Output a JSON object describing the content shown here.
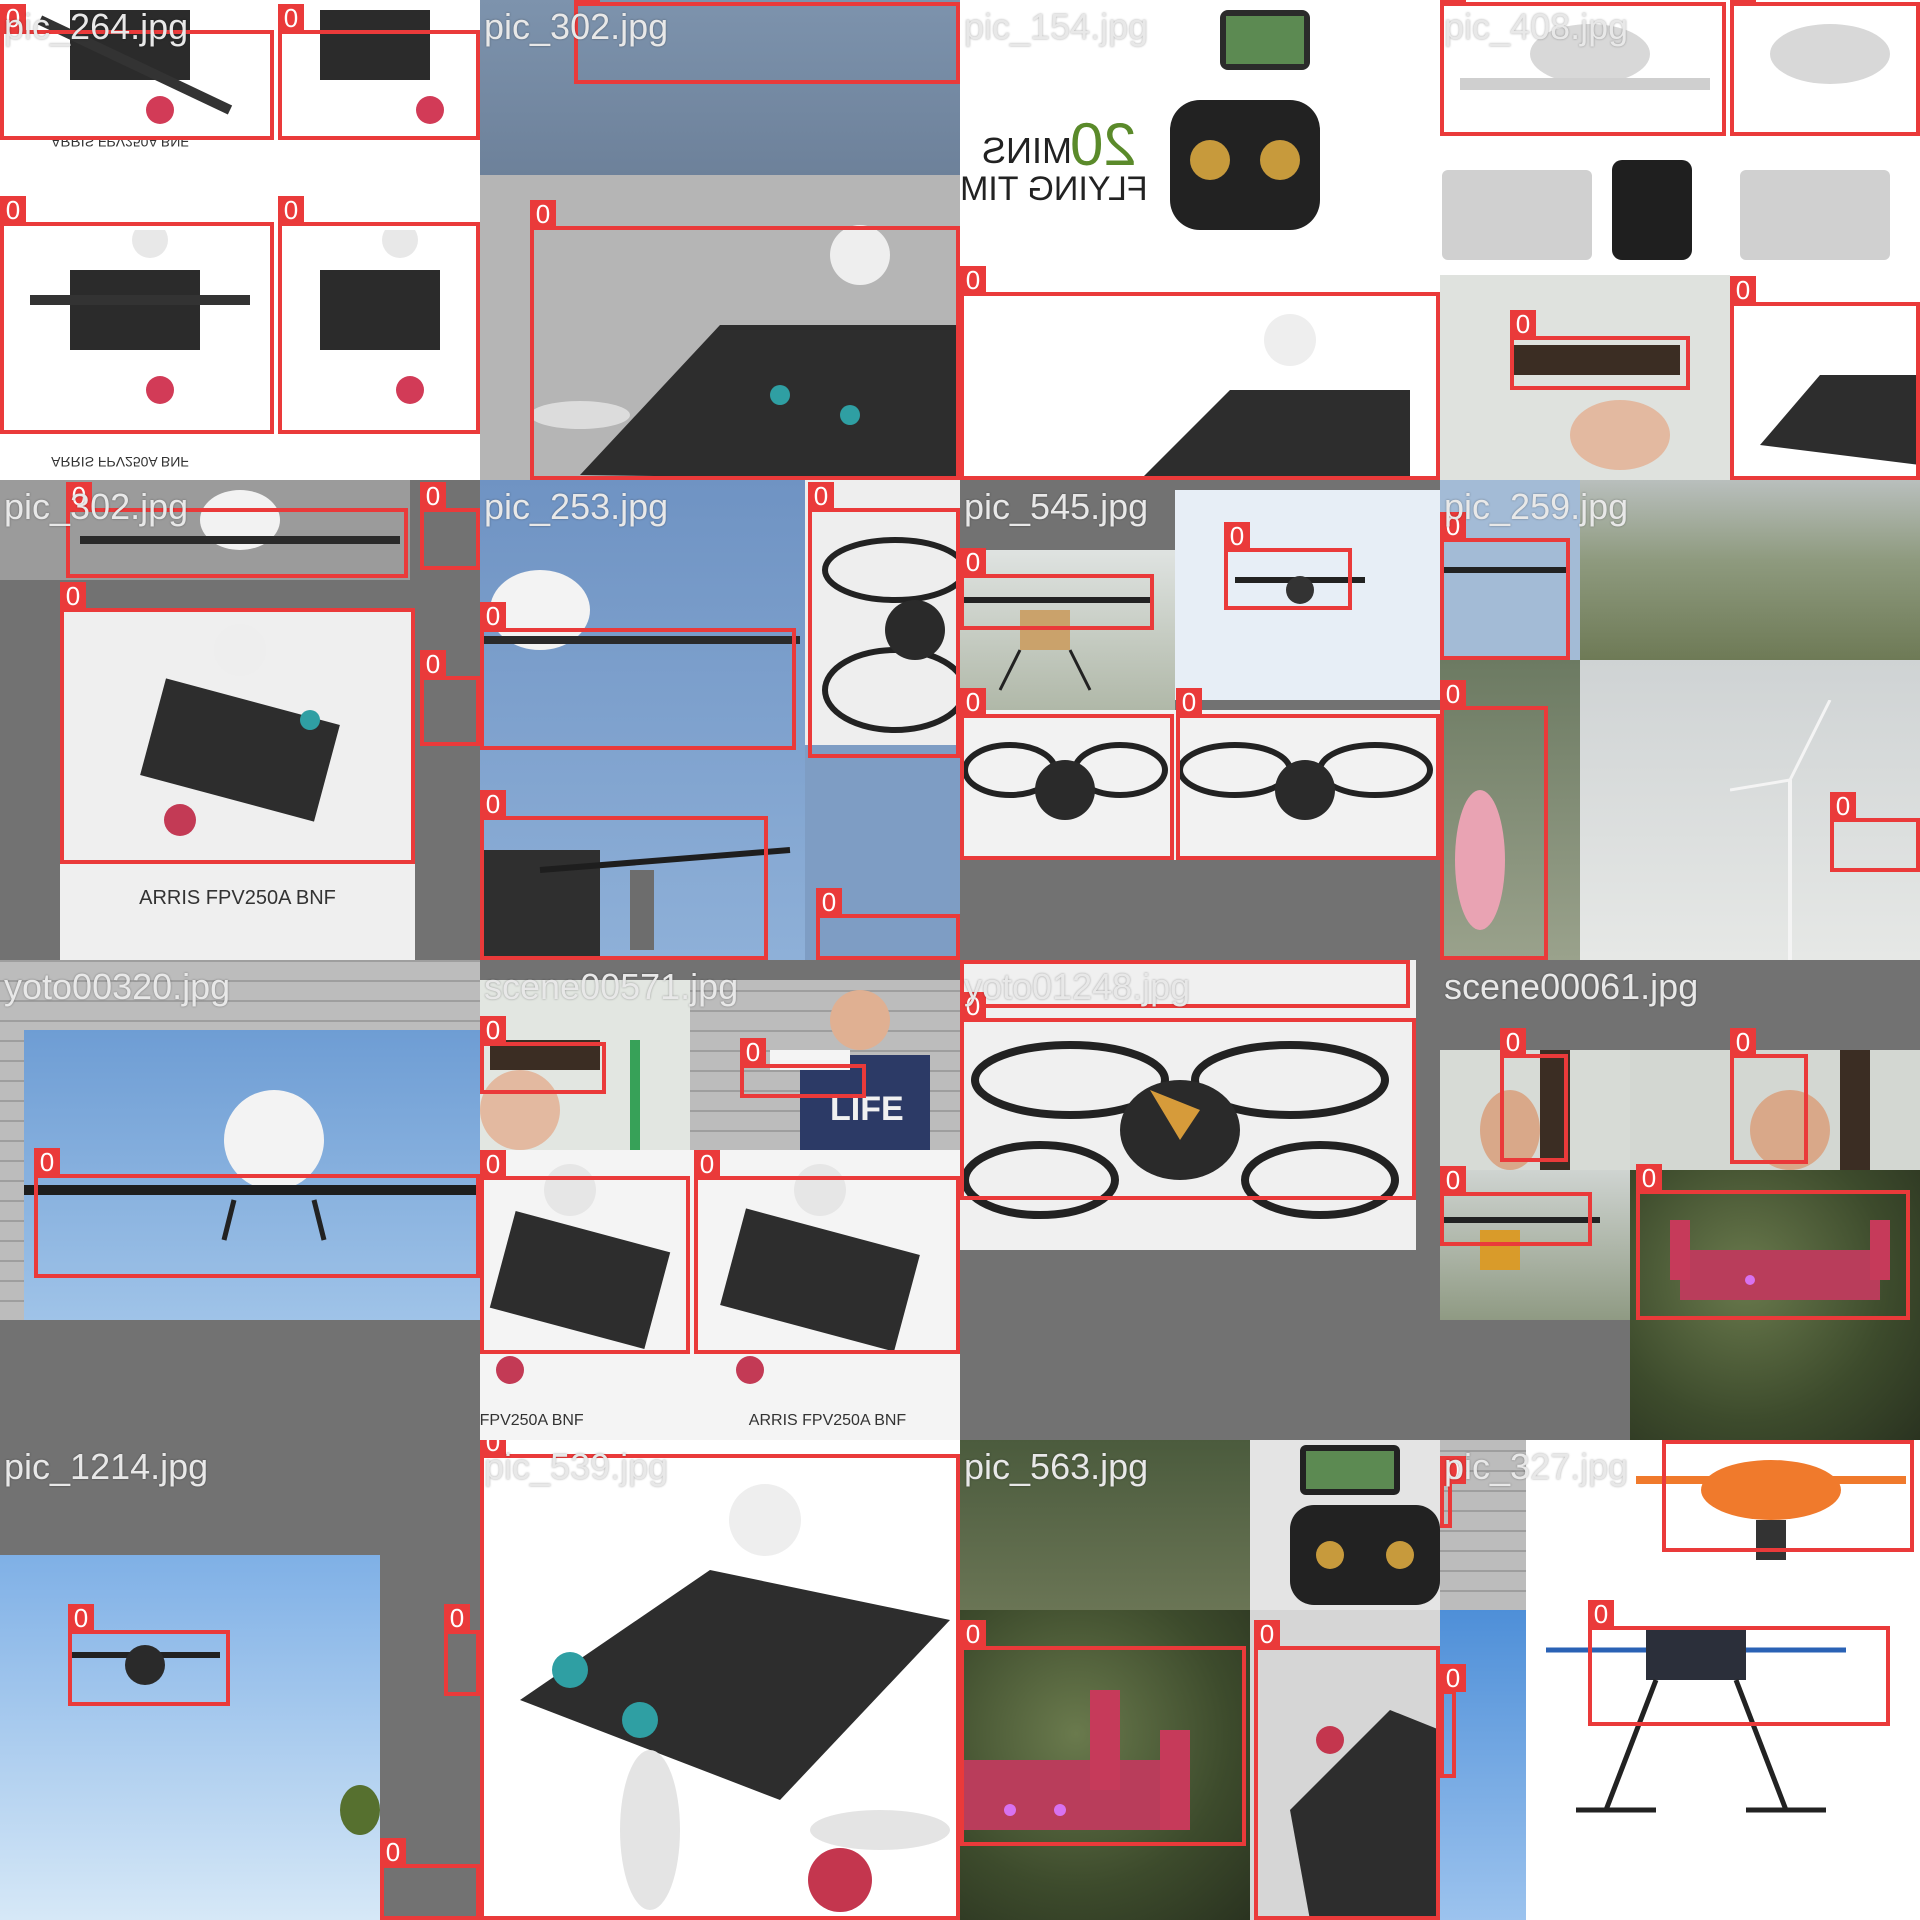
{
  "grid": {
    "columns": 4,
    "rows": 4,
    "box_color": "#ea3a3a",
    "label_color": "#e8e8e8",
    "fill_color": "#727272"
  },
  "tiles": [
    {
      "label": "pic_264.jpg",
      "class_id": "0",
      "caption": "ARRIS FPV250A BNF"
    },
    {
      "label": "pic_302.jpg",
      "class_id": "0"
    },
    {
      "label": "pic_154.jpg",
      "class_id": "0",
      "promo_number": "20",
      "promo_text": "MINS",
      "promo_sub": "FLYING TIM"
    },
    {
      "label": "pic_408.jpg",
      "class_id": "0"
    },
    {
      "label": "pic_302.jpg",
      "class_id": "0",
      "caption": "ARRIS FPV250A BNF"
    },
    {
      "label": "pic_253.jpg",
      "class_id": "0"
    },
    {
      "label": "pic_545.jpg",
      "class_id": "0"
    },
    {
      "label": "pic_259.jpg",
      "class_id": "0"
    },
    {
      "label": "yoto00320.jpg",
      "class_id": "0"
    },
    {
      "label": "scene00571.jpg",
      "class_id": "0",
      "shirt_text": "LIFE",
      "caption": "ARRIS FPV250A BNF"
    },
    {
      "label": "yoto01248.jpg",
      "class_id": "0"
    },
    {
      "label": "scene00061.jpg",
      "class_id": "0"
    },
    {
      "label": "pic_1214.jpg",
      "class_id": "0"
    },
    {
      "label": "pic_539.jpg",
      "class_id": "0"
    },
    {
      "label": "pic_563.jpg",
      "class_id": "0"
    },
    {
      "label": "pic_327.jpg",
      "class_id": "0"
    }
  ]
}
